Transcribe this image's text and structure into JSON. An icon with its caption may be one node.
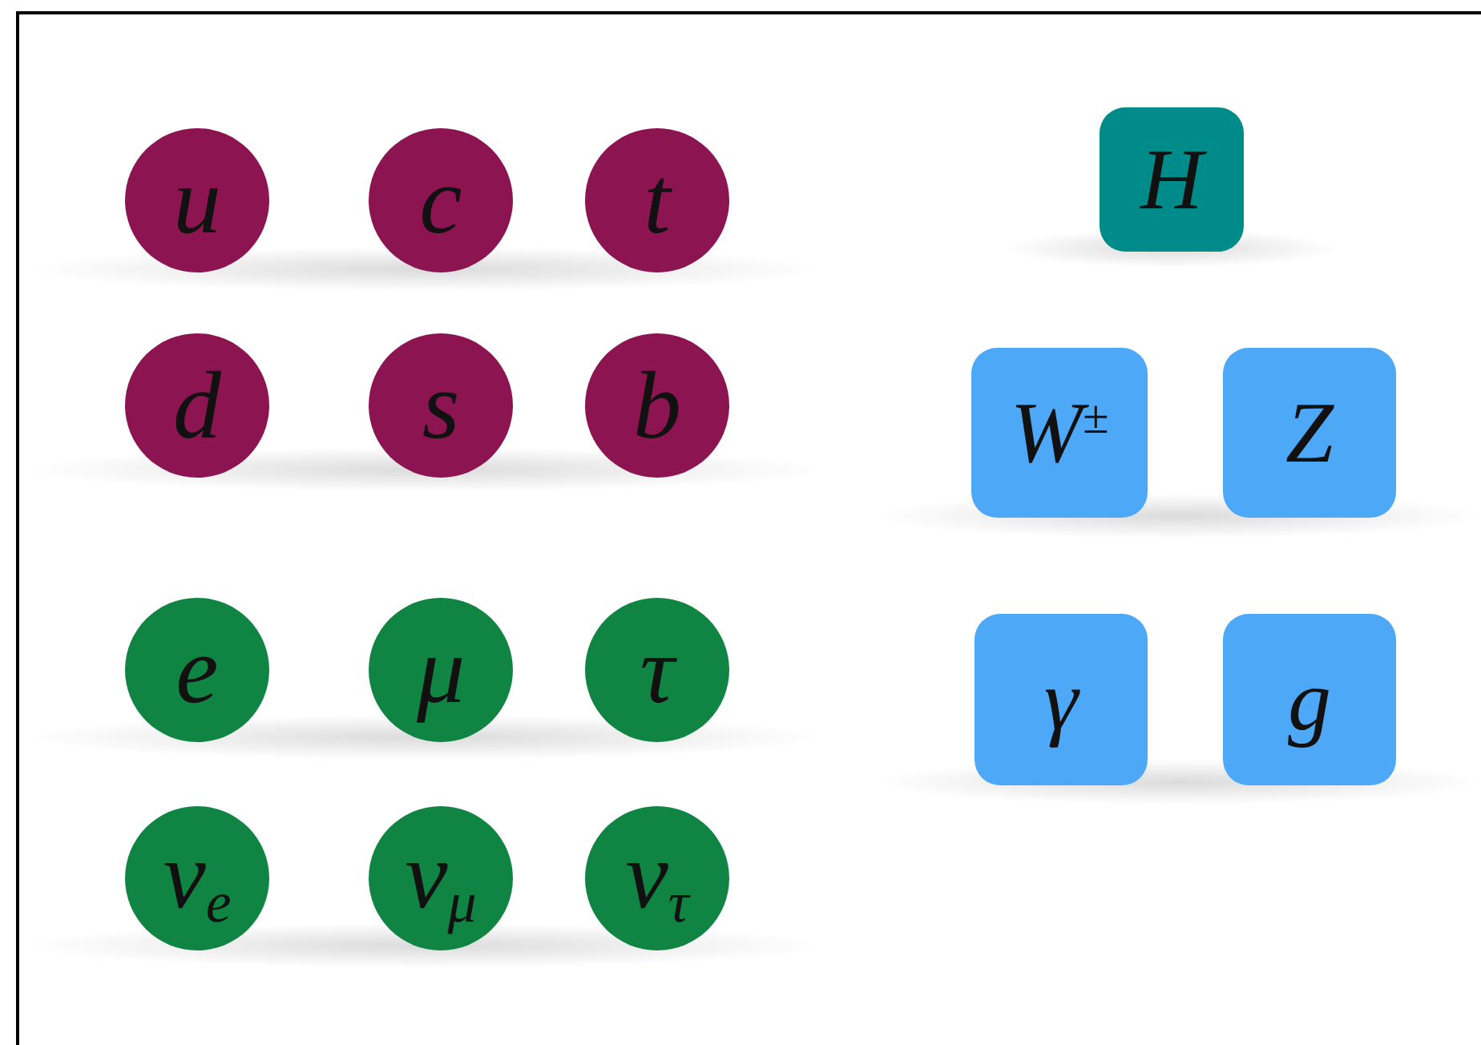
{
  "diagram": {
    "nodes": [
      {
        "text": [
          "u"
        ]
      },
      {
        "text": [
          "c"
        ]
      },
      {
        "text": [
          "t"
        ]
      },
      {
        "text": [
          "d"
        ]
      },
      {
        "text": [
          "s"
        ]
      },
      {
        "text": [
          "b"
        ]
      },
      {
        "text": [
          "e"
        ]
      },
      {
        "text": [
          "μ"
        ]
      },
      {
        "text": [
          "τ"
        ]
      },
      {
        "text": [
          "ν$_{e}$"
        ]
      },
      {
        "text": [
          "ν$_{μ}$"
        ]
      },
      {
        "text": [
          "ν$_{τ}$"
        ]
      },
      {
        "text": [
          "H"
        ]
      },
      {
        "text": [
          "W$^{±}$"
        ]
      },
      {
        "text": [
          "Z"
        ]
      },
      {
        "text": [
          "γ"
        ]
      },
      {
        "text": [
          "g"
        ]
      }
    ]
  }
}
